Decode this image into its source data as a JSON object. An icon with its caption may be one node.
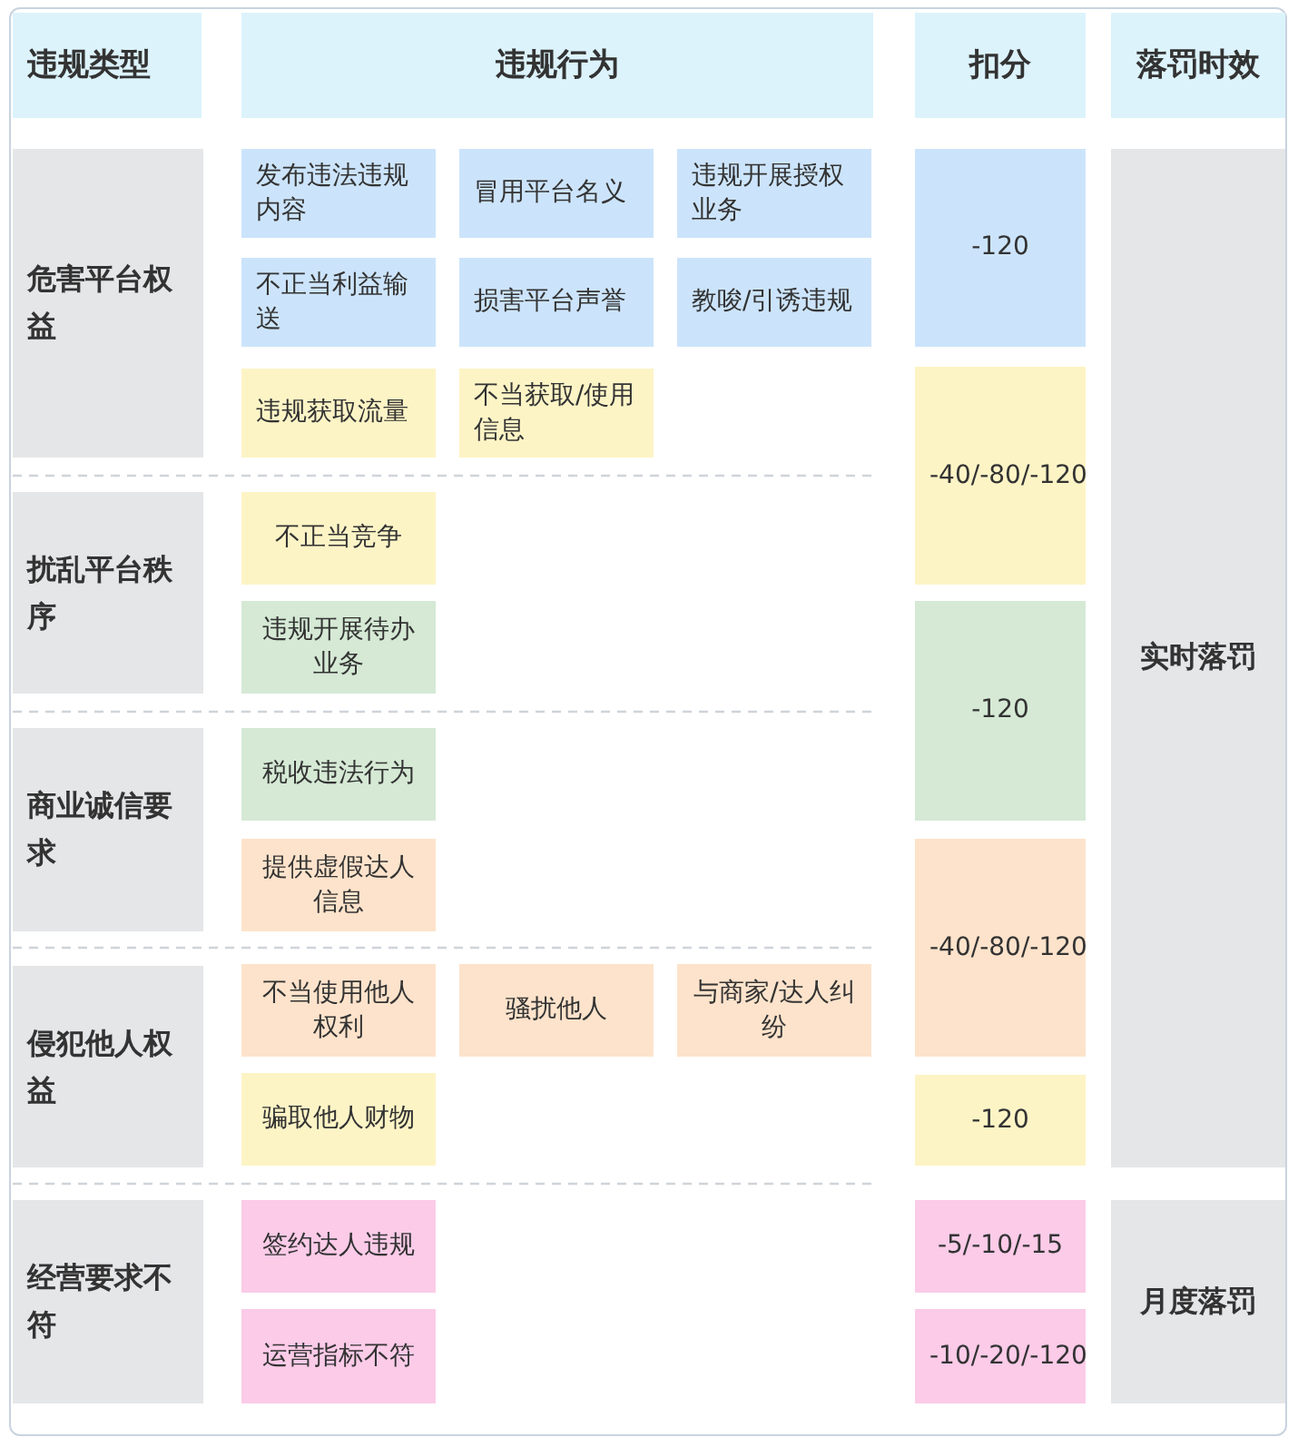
{
  "diagram": {
    "nodes": [
      {
        "text": [
          "违规类型"
        ]
      },
      {
        "text": [
          "违规行为"
        ]
      },
      {
        "text": [
          "扣分"
        ]
      },
      {
        "text": [
          "落罚时效"
        ]
      },
      {
        "text": [
          "危害平台权益"
        ]
      },
      {
        "text": [
          "发布违法违规内容"
        ]
      },
      {
        "text": [
          "冒用平台名义"
        ]
      },
      {
        "text": [
          "违规开展授权业务"
        ]
      },
      {
        "text": [
          "不正当利益输送"
        ]
      },
      {
        "text": [
          "损害平台声誉"
        ]
      },
      {
        "text": [
          "教唆/引诱违规"
        ]
      },
      {
        "text": [
          "违规获取流量"
        ]
      },
      {
        "text": [
          "不当获取/使用信息"
        ]
      },
      {
        "text": [
          "-120"
        ]
      },
      {
        "text": [
          "-40/-80/-120"
        ]
      },
      {
        "text": [
          "实时落罚"
        ]
      },
      {
        "text": [
          "扰乱平台秩序"
        ]
      },
      {
        "text": [
          "不正当竞争"
        ]
      },
      {
        "text": [
          "违规开展待办业务"
        ]
      },
      {
        "text": [
          "-120"
        ]
      },
      {
        "text": [
          "商业诚信要求"
        ]
      },
      {
        "text": [
          "税收违法行为"
        ]
      },
      {
        "text": [
          "提供虚假达人信息"
        ]
      },
      {
        "text": [
          "-40/-80/-120"
        ]
      },
      {
        "text": [
          "侵犯他人权益"
        ]
      },
      {
        "text": [
          "不当使用他人权利"
        ]
      },
      {
        "text": [
          "骚扰他人"
        ]
      },
      {
        "text": [
          "与商家/达人纠纷"
        ]
      },
      {
        "text": [
          "骗取他人财物"
        ]
      },
      {
        "text": [
          "-120"
        ]
      },
      {
        "text": [
          "经营要求不符"
        ]
      },
      {
        "text": [
          "签约达人违规"
        ]
      },
      {
        "text": [
          "-5/-10/-15"
        ]
      },
      {
        "text": [
          "运营指标不符"
        ]
      },
      {
        "text": [
          "-10/-20/-120"
        ]
      },
      {
        "text": [
          "月度落罚"
        ]
      }
    ]
  }
}
